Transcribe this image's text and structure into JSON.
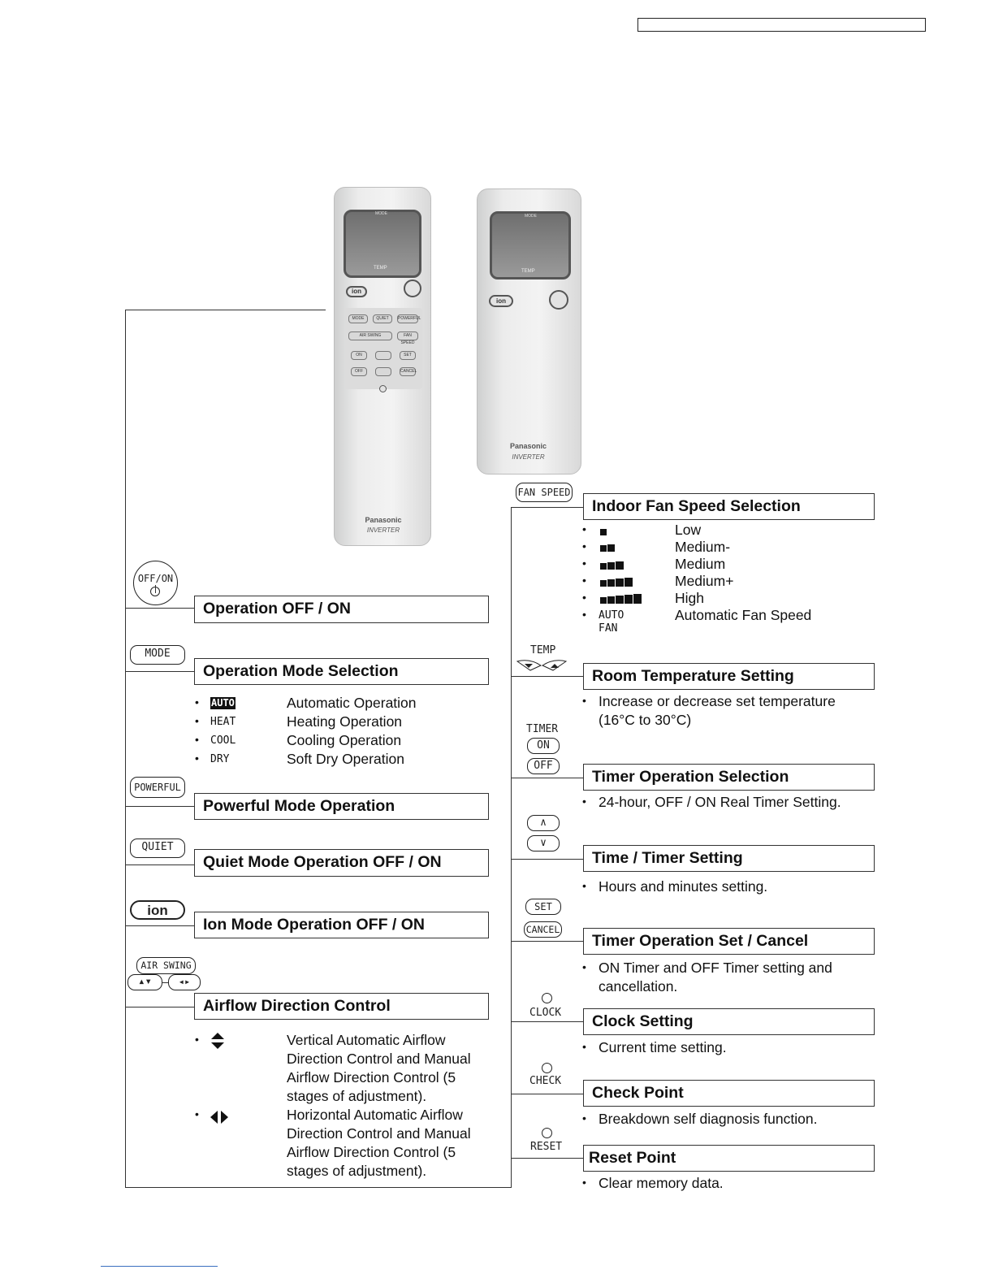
{
  "remote_open": {
    "brand": "Panasonic",
    "model": "INVERTER",
    "lcd_top": "MODE",
    "lcd_bottom": "TEMP",
    "ion": "ion",
    "keys": [
      "MODE",
      "QUIET",
      "POWERFUL",
      "AIR SWING",
      "FAN SPEED",
      "ON",
      "OFF",
      "SET",
      "CANCEL"
    ]
  },
  "remote_closed": {
    "brand": "Panasonic",
    "model": "INVERTER",
    "lcd_top": "MODE",
    "lcd_bottom": "TEMP",
    "ion": "ion"
  },
  "left": {
    "offon": {
      "icon_label": "OFF/ON",
      "title": "Operation OFF / ON"
    },
    "mode": {
      "icon_label": "MODE",
      "title": "Operation Mode Selection",
      "items": [
        {
          "code": "AUTO",
          "text": "Automatic Operation"
        },
        {
          "code": "HEAT",
          "text": "Heating Operation"
        },
        {
          "code": "COOL",
          "text": "Cooling Operation"
        },
        {
          "code": "DRY",
          "text": "Soft Dry Operation"
        }
      ]
    },
    "powerful": {
      "icon_label": "POWERFUL",
      "title": "Powerful Mode Operation"
    },
    "quiet": {
      "icon_label": "QUIET",
      "title": "Quiet Mode Operation OFF / ON"
    },
    "ion": {
      "icon_label": "ion",
      "title": "Ion Mode Operation OFF / ON"
    },
    "airswing": {
      "icon_label": "AIR SWING",
      "title": "Airflow Direction Control",
      "items": [
        {
          "icon": "vertical-swing-icon",
          "lines": [
            "Vertical Automatic Airflow",
            "Direction Control and Manual",
            "Airflow Direction Control (5",
            "stages of adjustment)."
          ]
        },
        {
          "icon": "horizontal-swing-icon",
          "lines": [
            "Horizontal Automatic Airflow",
            "Direction Control and Manual",
            "Airflow Direction Control (5",
            "stages of adjustment)."
          ]
        }
      ]
    }
  },
  "right": {
    "fanspeed": {
      "icon_label": "FAN SPEED",
      "title": "Indoor Fan Speed Selection",
      "items": [
        {
          "bars": 1,
          "text": "Low"
        },
        {
          "bars": 2,
          "text": "Medium-"
        },
        {
          "bars": 3,
          "text": "Medium"
        },
        {
          "bars": 4,
          "text": "Medium+"
        },
        {
          "bars": 5,
          "text": "High"
        },
        {
          "code1": "AUTO",
          "code2": "FAN",
          "text": "Automatic Fan Speed"
        }
      ]
    },
    "temp": {
      "icon_label": "TEMP",
      "title": "Room Temperature Setting",
      "lines": [
        "Increase or decrease set temperature",
        "(16°C to 30°C)"
      ]
    },
    "timer": {
      "icon_label": "TIMER",
      "on": "ON",
      "off": "OFF",
      "title": "Timer Operation Selection",
      "lines": [
        "24-hour, OFF / ON Real Timer Setting."
      ]
    },
    "timeset": {
      "up": "∧",
      "down": "∨",
      "title": "Time / Timer Setting",
      "lines": [
        "Hours and minutes setting."
      ]
    },
    "setcancel": {
      "set": "SET",
      "cancel": "CANCEL",
      "title": "Timer Operation Set / Cancel",
      "lines": [
        "ON Timer and OFF Timer setting and",
        "cancellation."
      ]
    },
    "clock": {
      "icon_label": "CLOCK",
      "title": "Clock Setting",
      "lines": [
        "Current time setting."
      ]
    },
    "check": {
      "icon_label": "CHECK",
      "title": "Check Point",
      "lines": [
        "Breakdown self diagnosis function."
      ]
    },
    "reset": {
      "icon_label": "RESET",
      "title": "Reset Point",
      "lines": [
        "Clear memory data."
      ]
    }
  }
}
